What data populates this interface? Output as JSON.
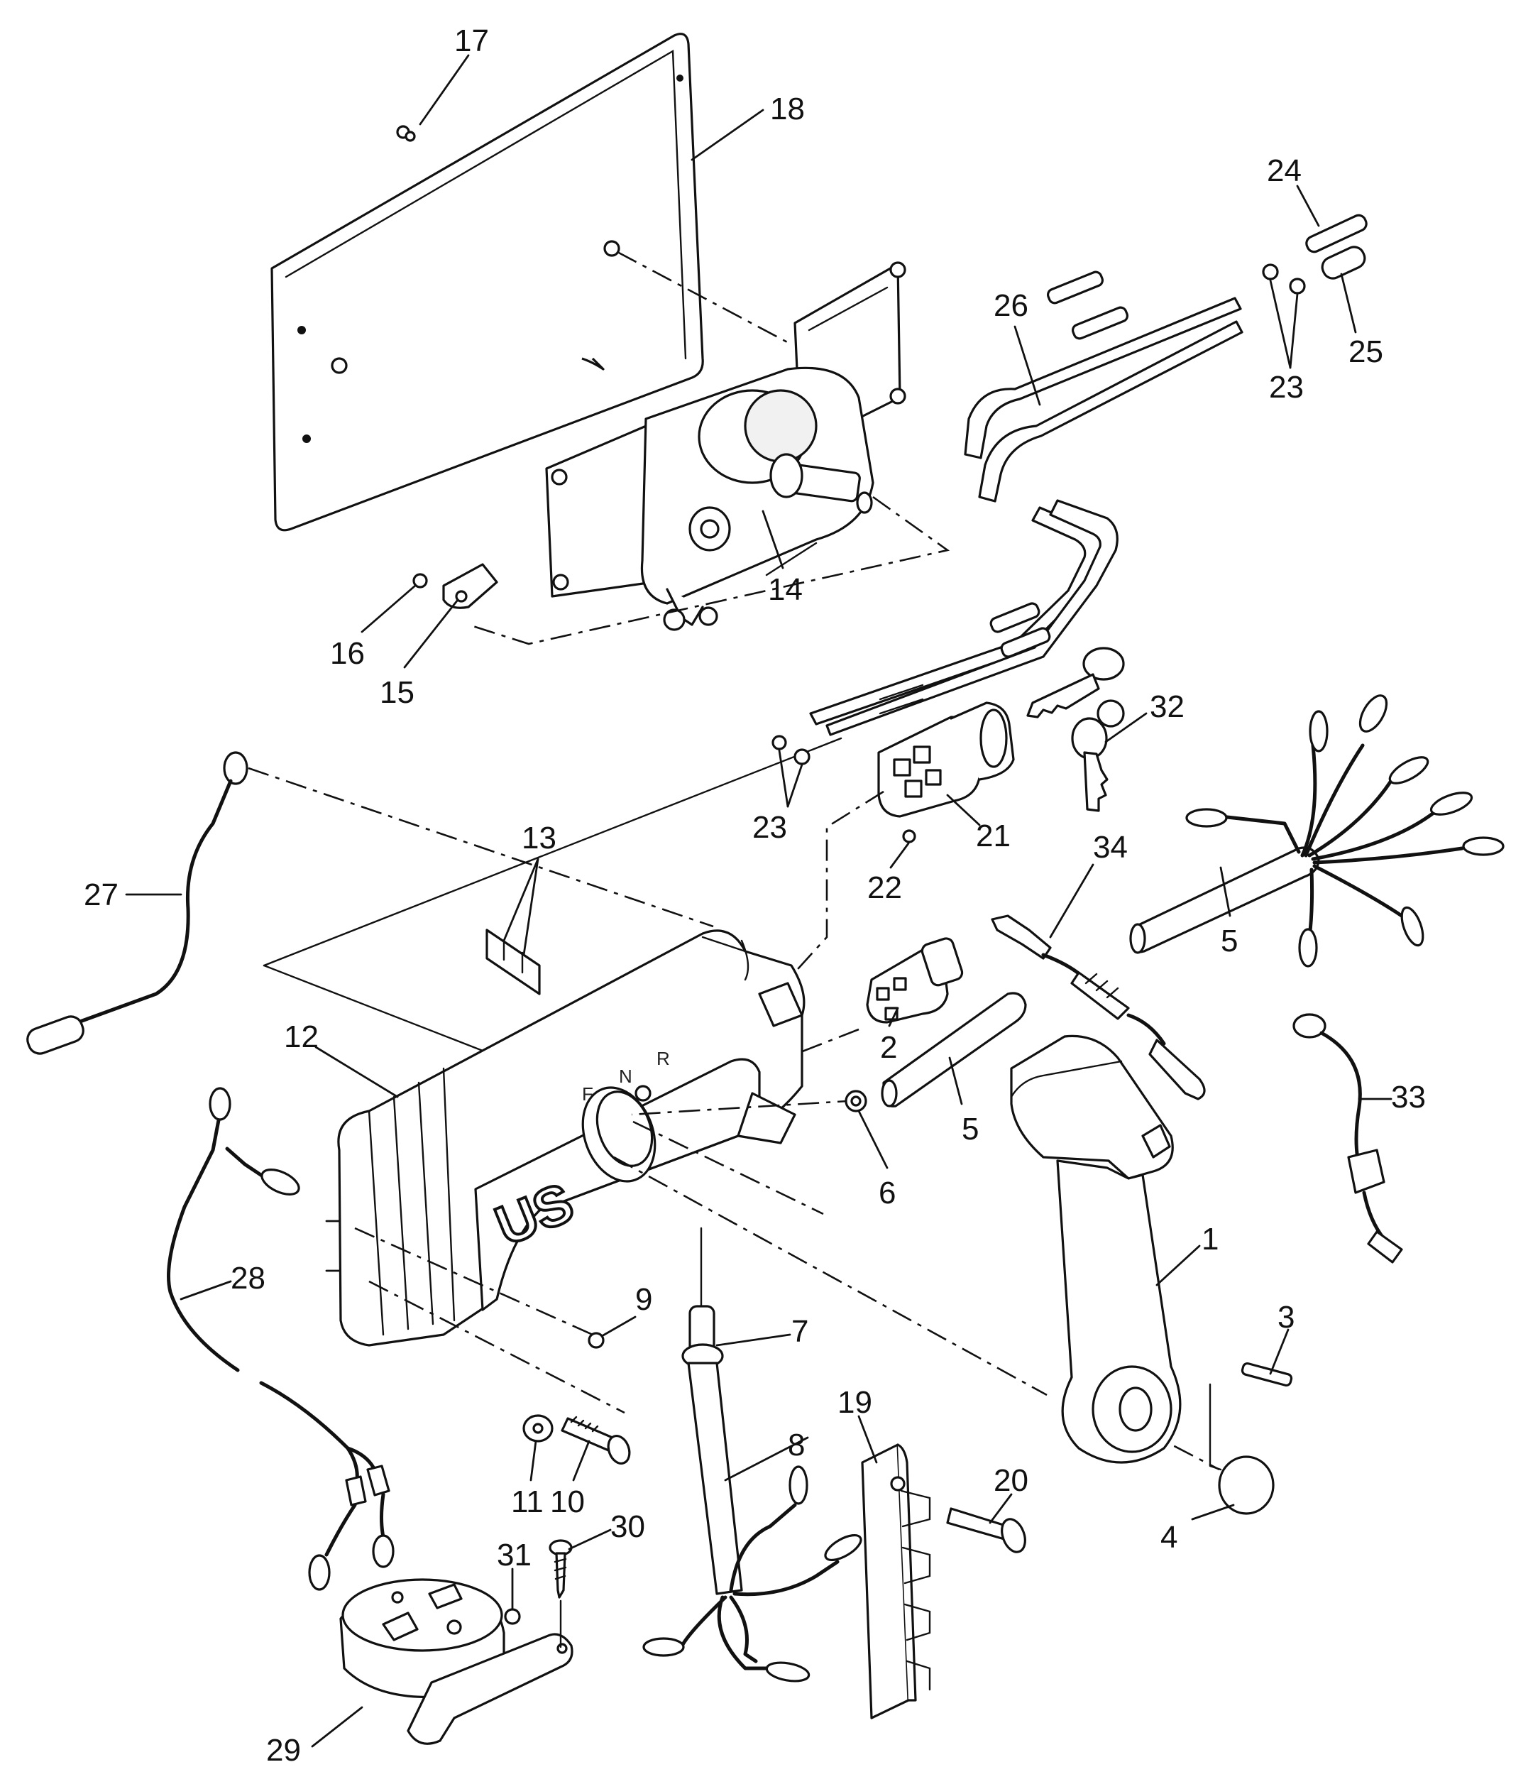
{
  "callouts": {
    "c1": "1",
    "c2": "2",
    "c3": "3",
    "c4": "4",
    "c5a": "5",
    "c5b": "5",
    "c6": "6",
    "c7": "7",
    "c8": "8",
    "c9": "9",
    "c10": "10",
    "c11": "11",
    "c12": "12",
    "c13": "13",
    "c14": "14",
    "c15": "15",
    "c16": "16",
    "c17": "17",
    "c18": "18",
    "c19": "19",
    "c20": "20",
    "c21": "21",
    "c22": "22",
    "c23a": "23",
    "c23b": "23",
    "c24": "24",
    "c25": "25",
    "c26": "26",
    "c27": "27",
    "c28": "28",
    "c29": "29",
    "c30": "30",
    "c31": "31",
    "c32": "32",
    "c33": "33",
    "c34": "34"
  },
  "housing": {
    "logo": "US",
    "shift_letters": [
      "F",
      "N",
      "R"
    ]
  },
  "colors": {
    "ink": "#111111",
    "paper": "#ffffff"
  }
}
